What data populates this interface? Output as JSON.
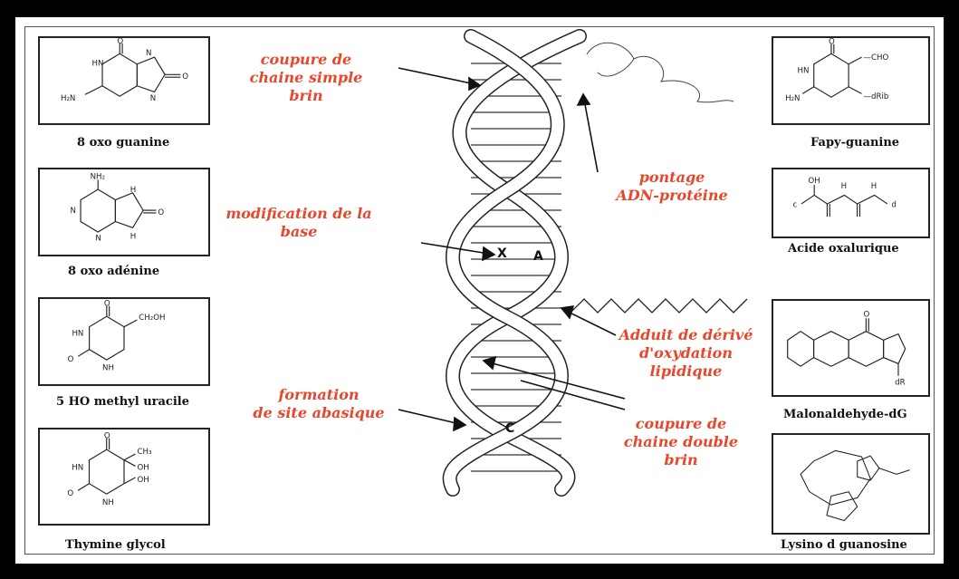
{
  "molecules": {
    "oxo_guanine": "8 oxo guanine",
    "oxo_adenine": "8 oxo adénine",
    "ho_methyl_uracile": "5 HO methyl uracile",
    "thymine_glycol": "Thymine glycol",
    "fapy_guanine": "Fapy-guanine",
    "acide_oxalurique": "Acide oxalurique",
    "malonaldehyde_dg": "Malonaldehyde-dG",
    "lysino_guanosine": "Lysino d guanosine"
  },
  "annotations": {
    "single_strand_break": "coupure de\nchaine simple\nbrin",
    "base_modification": "modification de la\nbase",
    "abasic_site": "formation\nde site abasique",
    "dna_protein_crosslink": "pontage\nADN-protéine",
    "lipid_adduct": "Adduit de dérivé\nd'oxydation\nlipidique",
    "double_strand_break": "coupure de\nchaine double\nbrin"
  },
  "helix_letters": {
    "x": "X",
    "a": "A",
    "c": "C"
  },
  "atoms": {
    "h2n": "H₂N",
    "n": "N",
    "nh": "NH",
    "hn": "HN",
    "h": "H",
    "o": "O",
    "nh2": "NH₂",
    "ch2oh": "CH₂OH",
    "ch3": "CH₃",
    "oh": "OH",
    "cho": "—CHO",
    "drib": "—dRib",
    "d": "d",
    "c_small": "c",
    "dr": "dR"
  },
  "colors": {
    "annotation": "#e8472b"
  }
}
